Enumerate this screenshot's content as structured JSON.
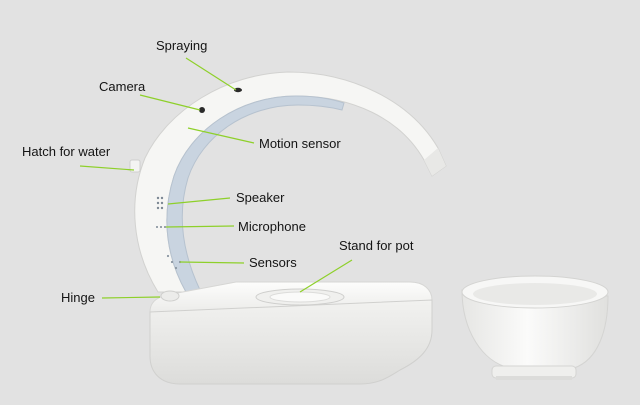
{
  "colors": {
    "background": "#e2e2e2",
    "leader_line": "#8ed02a",
    "device_white": "#f8f8f6",
    "inner_band": "#c9d4e0"
  },
  "labels": {
    "spraying": "Spraying",
    "camera": "Camera",
    "hatch_for_water": "Hatch for water",
    "motion_sensor": "Motion sensor",
    "speaker": "Speaker",
    "microphone": "Microphone",
    "sensors": "Sensors",
    "stand_for_pot": "Stand for pot",
    "hinge": "Hinge"
  }
}
